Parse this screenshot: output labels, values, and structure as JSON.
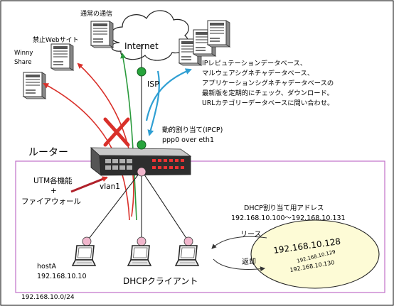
{
  "labels": {
    "normal_comm": "通常の通信",
    "internet": "Internet",
    "forbidden_site": "禁止Webサイト",
    "winny_1": "Winny",
    "winny_2": "Share",
    "isp": "ISP",
    "db_lines": [
      "IPレピュテーションデータベース、",
      "マルウェアシグネチャデータベース、",
      "アプリケーションシグネチャデータベースの",
      "最新版を定期的にチェック、ダウンロード。",
      "URLカテゴリーデータベースに問い合わせ。"
    ],
    "dynamic_assign": "動的割り当て(IPCP)",
    "ppp0": "ppp0 over eth1",
    "router": "ルーター",
    "utm_1": "UTM各機能",
    "utm_plus": "+",
    "utm_2": "ファイアウォール",
    "vlan": "vlan1",
    "dhcp_range_title": "DHCP割り当て用アドレス",
    "dhcp_range": "192.168.10.100〜192.168.10.131",
    "lease": "リース",
    "return": "返却",
    "pool_1": "192.168.10.128",
    "pool_2": "192.168.10.129",
    "pool_3": "192.168.10.130",
    "host_name": "hostA",
    "host_ip": "192.168.10.10",
    "dhcp_client": "DHCPクライアント",
    "subnet": "192.168.10.0/24"
  },
  "colors": {
    "red_arrow": "#d9302a",
    "green_line": "#2a9a3c",
    "blue_arrow": "#2f9fd3",
    "lan_border": "#c070c8",
    "pink_node": "#f0b6cc",
    "green_node": "#27a43c",
    "pool_fill": "#fdfbd6"
  }
}
